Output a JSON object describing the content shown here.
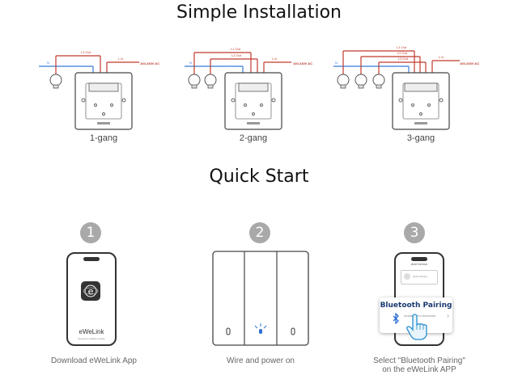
{
  "installation": {
    "title": "Simple Installation",
    "ac_label": "100-240V AC",
    "neutral_label": "N",
    "line_in_label": "L In",
    "diagrams": [
      {
        "label": "1-gang",
        "outs": [
          "L1 Out"
        ]
      },
      {
        "label": "2-gang",
        "outs": [
          "L1 Out",
          "L2 Out"
        ]
      },
      {
        "label": "3-gang",
        "outs": [
          "L1 Out",
          "L2 Out",
          "L3 Out"
        ]
      }
    ]
  },
  "quickstart": {
    "title": "Quick Start",
    "steps": [
      {
        "number": "1",
        "label": "Download eWeLink App",
        "app_name": "eWeLink",
        "app_tagline": "Supports multiple brands",
        "app_icon_letter": "e"
      },
      {
        "number": "2",
        "label": "Wire and power on"
      },
      {
        "number": "3",
        "label_line1": "Select \"Bluetooth Pairing\"",
        "label_line2": "on the eWeLink APP",
        "screen_header": "Add Device",
        "screen_item": "Quick Pairing",
        "card_title": "Bluetooth Pairing",
        "card_sub": "Available for bluetooth"
      }
    ]
  },
  "colors": {
    "live_wire": "#c0392b",
    "neutral_wire": "#3a7bd5",
    "step_badge": "#a9a9a9",
    "bt_title": "#1a3a70",
    "indicator": "#2e6fd6"
  },
  "icons": [
    "bulb-icon",
    "switch-backplate-icon",
    "bluetooth-icon",
    "pointer-hand-icon",
    "ewelink-logo-icon"
  ]
}
